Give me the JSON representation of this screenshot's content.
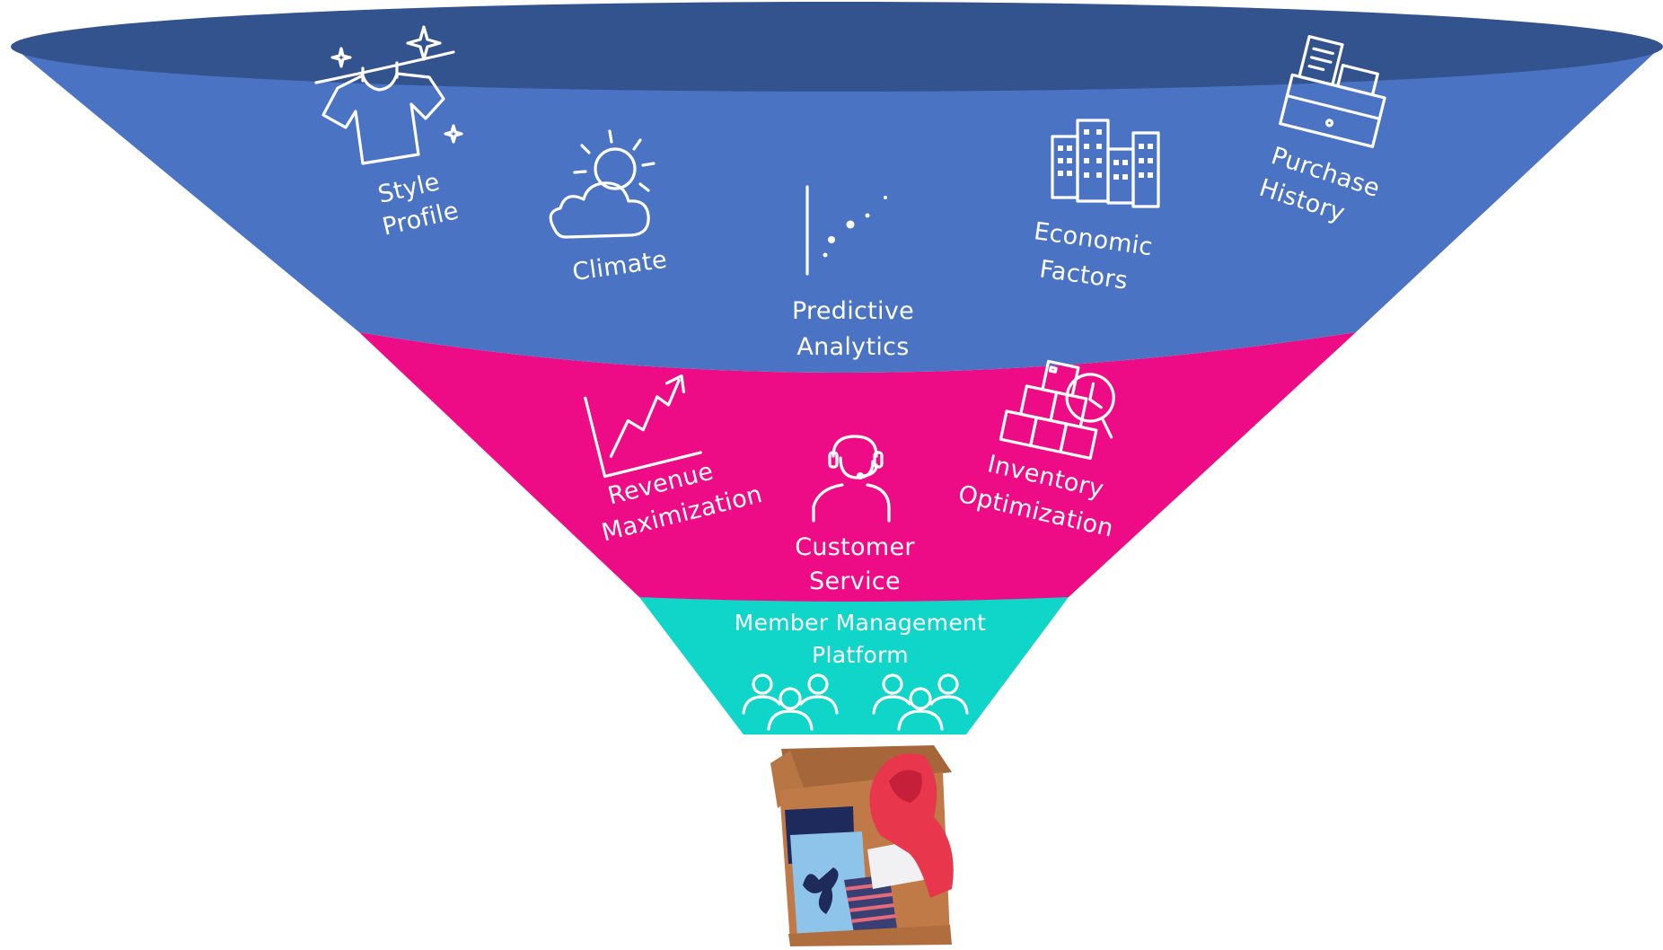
{
  "diagram": {
    "top_layer": {
      "color": "#4A73C4",
      "rim_color": "#33538F",
      "items": [
        {
          "label_line1": "Style",
          "label_line2": "Profile",
          "icon": "t-shirt-on-clothesline-icon"
        },
        {
          "label_line1": "Climate",
          "label_line2": "",
          "icon": "sun-behind-cloud-icon"
        },
        {
          "label_line1": "Predictive",
          "label_line2": "Analytics",
          "icon": "scatter-plot-icon"
        },
        {
          "label_line1": "Economic",
          "label_line2": "Factors",
          "icon": "office-buildings-icon"
        },
        {
          "label_line1": "Purchase",
          "label_line2": "History",
          "icon": "cash-register-icon"
        }
      ]
    },
    "middle_layer": {
      "color": "#EE0B86",
      "items": [
        {
          "label_line1": "Revenue",
          "label_line2": "Maximization",
          "icon": "rising-chart-icon"
        },
        {
          "label_line1": "Customer",
          "label_line2": "Service",
          "icon": "headset-agent-icon"
        },
        {
          "label_line1": "Inventory",
          "label_line2": "Optimization",
          "icon": "boxes-with-clock-icon"
        }
      ]
    },
    "bottom_layer": {
      "color": "#10D5C9",
      "label_line1": "Member Management",
      "label_line2": "Platform",
      "icon": "people-groups-icon"
    },
    "output": {
      "icon": "clothing-box-icon"
    }
  }
}
